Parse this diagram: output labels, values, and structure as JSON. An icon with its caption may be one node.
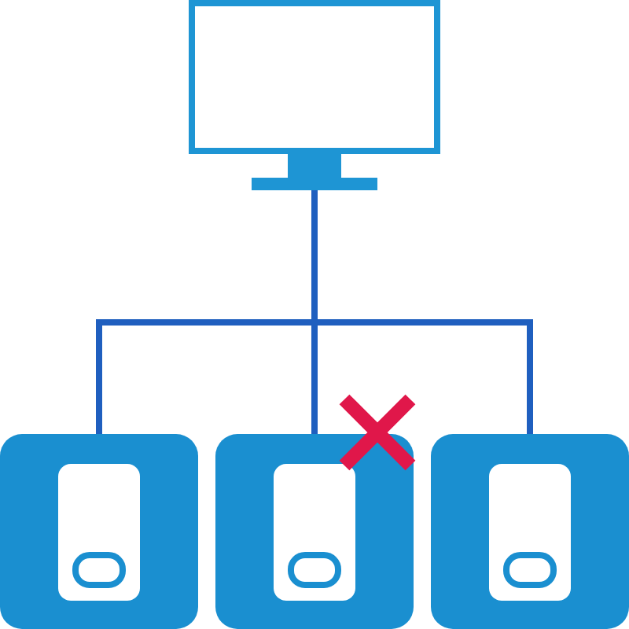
{
  "diagram": {
    "nodes": [
      {
        "text": [],
        "shape": "monitor"
      },
      {
        "text": [],
        "shape": "drive"
      },
      {
        "text": [],
        "shape": "drive"
      },
      {
        "text": [],
        "shape": "drive"
      }
    ],
    "edges": [
      {
        "from": 0,
        "to": 1,
        "arrow": "none"
      },
      {
        "from": 0,
        "to": 2,
        "arrow": "none"
      },
      {
        "from": 0,
        "to": 3,
        "arrow": "none"
      }
    ]
  }
}
